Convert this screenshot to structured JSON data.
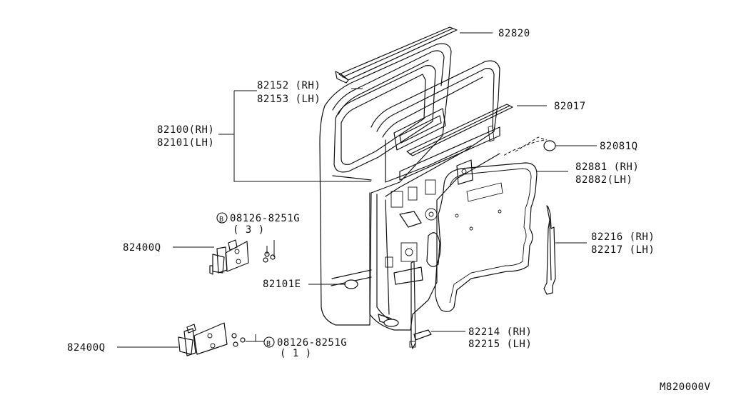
{
  "diagram": {
    "callouts": [
      {
        "id": "82820",
        "lines": [
          "82820"
        ]
      },
      {
        "id": "82152",
        "lines": [
          "82152 (RH)",
          "82153 (LH)"
        ]
      },
      {
        "id": "82017",
        "lines": [
          "82017"
        ]
      },
      {
        "id": "82100",
        "lines": [
          "82100(RH)",
          "82101(LH)"
        ]
      },
      {
        "id": "82081Q",
        "lines": [
          "82081Q"
        ]
      },
      {
        "id": "82881",
        "lines": [
          "82881 (RH)",
          "82882(LH)"
        ]
      },
      {
        "id": "bolt-top",
        "lines": [
          "08126-8251G",
          "( 3 )"
        ]
      },
      {
        "id": "82216",
        "lines": [
          "82216 (RH)",
          "82217 (LH)"
        ]
      },
      {
        "id": "82400Q-top",
        "lines": [
          "82400Q"
        ]
      },
      {
        "id": "82101E",
        "lines": [
          "82101E"
        ]
      },
      {
        "id": "82214",
        "lines": [
          "82214 (RH)",
          "82215 (LH)"
        ]
      },
      {
        "id": "82400Q-bottom",
        "lines": [
          "82400Q"
        ]
      },
      {
        "id": "bolt-bottom",
        "lines": [
          "08126-8251G",
          "( 1 )"
        ]
      }
    ],
    "bolt_symbol": "B",
    "figure_code": "M820000V"
  }
}
